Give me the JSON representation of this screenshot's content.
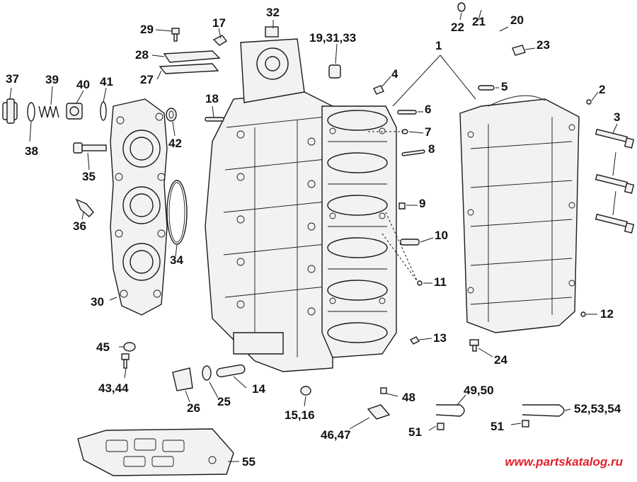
{
  "diagram": {
    "callouts": [
      {
        "id": "c1",
        "text": "1"
      },
      {
        "id": "c2",
        "text": "2"
      },
      {
        "id": "c3",
        "text": "3"
      },
      {
        "id": "c4",
        "text": "4"
      },
      {
        "id": "c5",
        "text": "5"
      },
      {
        "id": "c6",
        "text": "6"
      },
      {
        "id": "c7",
        "text": "7"
      },
      {
        "id": "c8",
        "text": "8"
      },
      {
        "id": "c9",
        "text": "9"
      },
      {
        "id": "c10",
        "text": "10"
      },
      {
        "id": "c11",
        "text": "11"
      },
      {
        "id": "c12",
        "text": "12"
      },
      {
        "id": "c13",
        "text": "13"
      },
      {
        "id": "c14",
        "text": "14"
      },
      {
        "id": "c15",
        "text": "15,16"
      },
      {
        "id": "c17",
        "text": "17"
      },
      {
        "id": "c18",
        "text": "18"
      },
      {
        "id": "c19",
        "text": "19,31,33"
      },
      {
        "id": "c20",
        "text": "20"
      },
      {
        "id": "c21",
        "text": "21"
      },
      {
        "id": "c22",
        "text": "22"
      },
      {
        "id": "c23",
        "text": "23"
      },
      {
        "id": "c24",
        "text": "24"
      },
      {
        "id": "c25",
        "text": "25"
      },
      {
        "id": "c26",
        "text": "26"
      },
      {
        "id": "c27",
        "text": "27"
      },
      {
        "id": "c28",
        "text": "28"
      },
      {
        "id": "c29",
        "text": "29"
      },
      {
        "id": "c30",
        "text": "30"
      },
      {
        "id": "c32",
        "text": "32"
      },
      {
        "id": "c34",
        "text": "34"
      },
      {
        "id": "c35",
        "text": "35"
      },
      {
        "id": "c36",
        "text": "36"
      },
      {
        "id": "c37",
        "text": "37"
      },
      {
        "id": "c38",
        "text": "38"
      },
      {
        "id": "c39",
        "text": "39"
      },
      {
        "id": "c40",
        "text": "40"
      },
      {
        "id": "c41",
        "text": "41"
      },
      {
        "id": "c42",
        "text": "42"
      },
      {
        "id": "c43",
        "text": "43,44"
      },
      {
        "id": "c45",
        "text": "45"
      },
      {
        "id": "c46",
        "text": "46,47"
      },
      {
        "id": "c48",
        "text": "48"
      },
      {
        "id": "c49",
        "text": "49,50"
      },
      {
        "id": "c51a",
        "text": "51"
      },
      {
        "id": "c51b",
        "text": "51"
      },
      {
        "id": "c52",
        "text": "52,53,54"
      },
      {
        "id": "c55",
        "text": "55"
      }
    ],
    "watermark": "www.partskatalog.ru",
    "colors": {
      "ink": "#1a1a1a",
      "watermark": "#e0202a",
      "background": "#ffffff"
    }
  }
}
